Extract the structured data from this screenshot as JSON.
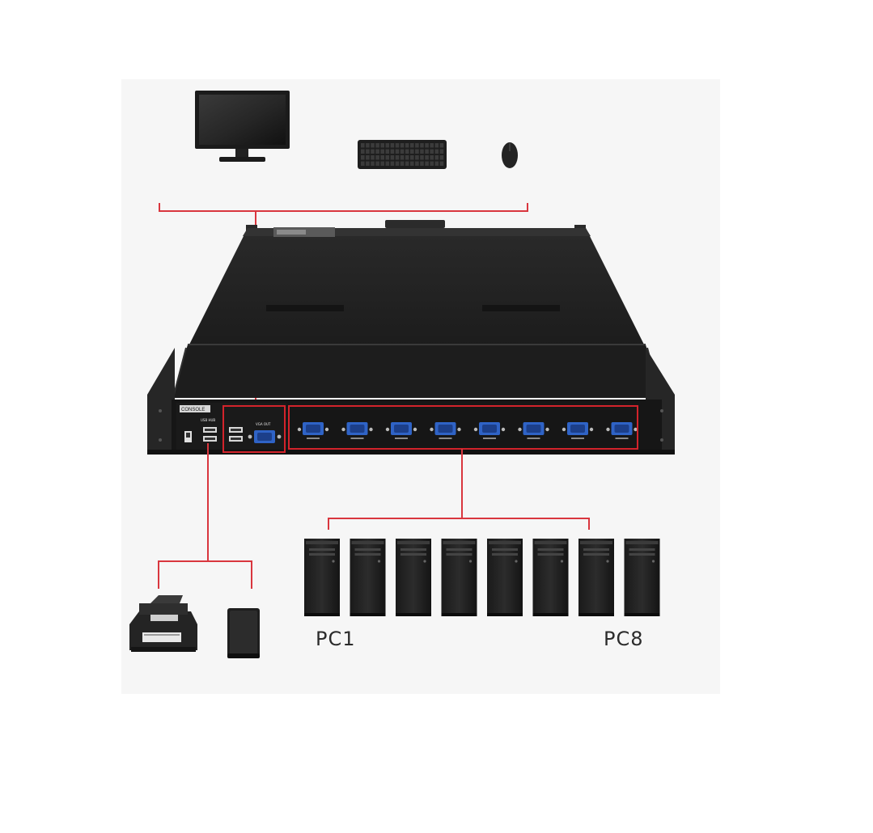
{
  "labels": {
    "first_pc": "PC1",
    "last_pc": "PC8",
    "console": "CONSOLE",
    "usb_hub": "USB HUB",
    "vga_out": "VGA OUT"
  },
  "ports": {
    "pc_count": 8
  },
  "colors": {
    "connector_line": "#d9363e",
    "highlight_box": "#d3232b",
    "device_body": "#242424",
    "vga_port": "#2f63c6"
  },
  "icons": [
    "monitor-icon",
    "keyboard-icon",
    "mouse-icon",
    "printer-icon",
    "external-drive-icon",
    "pc-tower-icon",
    "kvm-switch-icon",
    "vga-port-icon",
    "usb-port-icon"
  ]
}
